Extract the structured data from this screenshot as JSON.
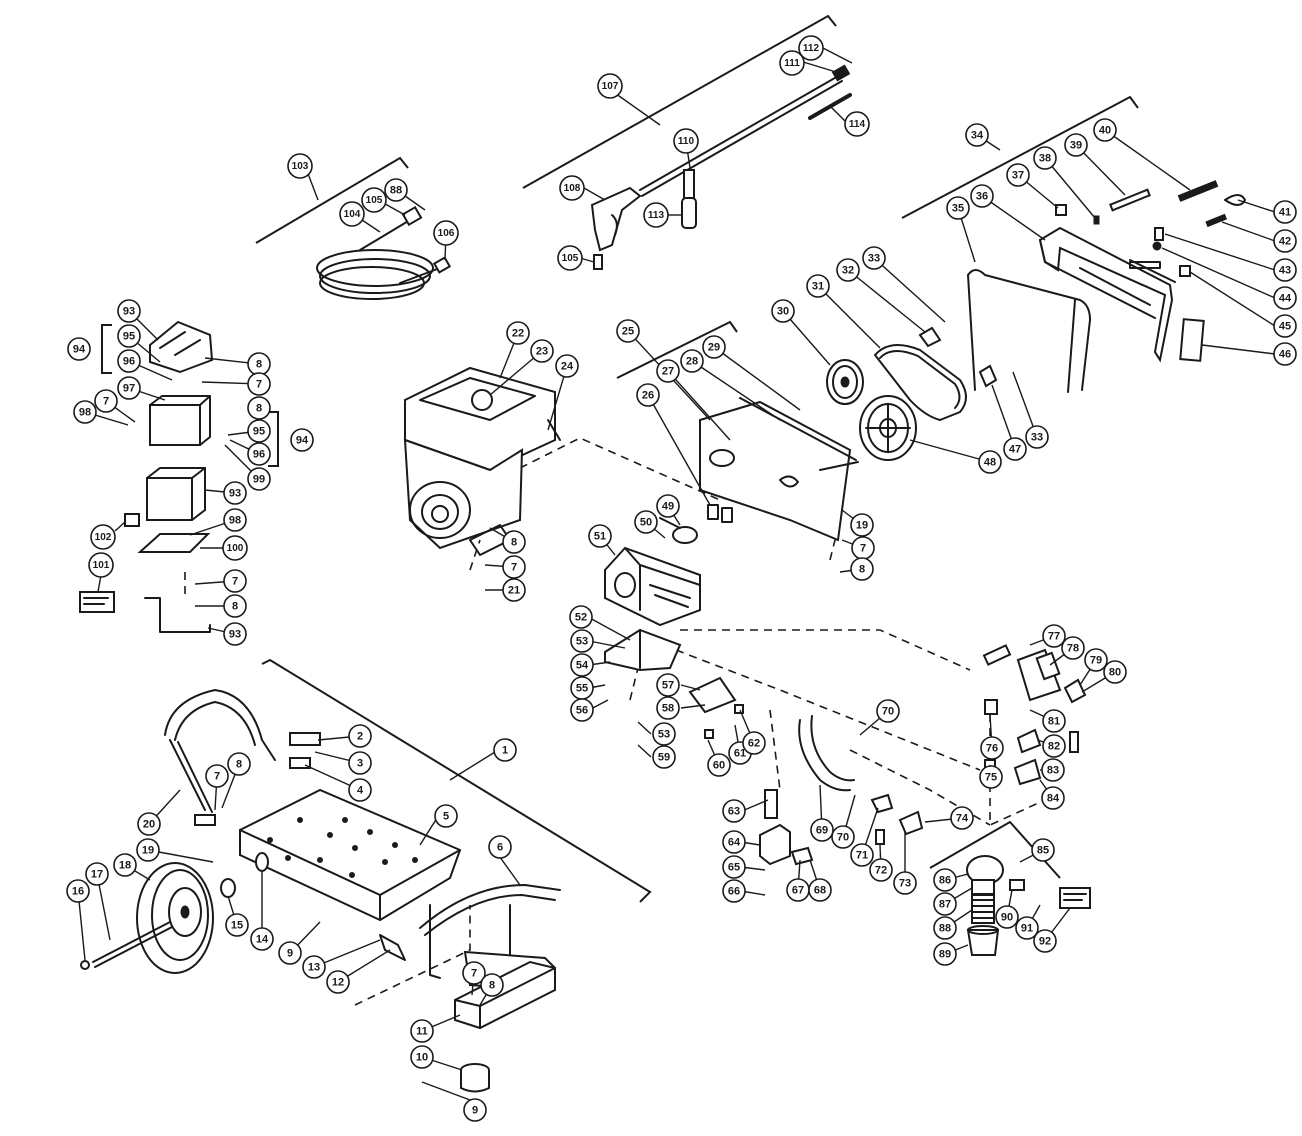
{
  "callouts": [
    {
      "id": "c1",
      "label": "1"
    },
    {
      "id": "c2",
      "label": "2"
    },
    {
      "id": "c3",
      "label": "3"
    },
    {
      "id": "c4",
      "label": "4"
    },
    {
      "id": "c5",
      "label": "5"
    },
    {
      "id": "c6",
      "label": "6"
    },
    {
      "id": "c7a",
      "label": "7"
    },
    {
      "id": "c8a",
      "label": "8"
    },
    {
      "id": "c9a",
      "label": "9"
    },
    {
      "id": "c9b",
      "label": "9"
    },
    {
      "id": "c10",
      "label": "10"
    },
    {
      "id": "c11",
      "label": "11"
    },
    {
      "id": "c12",
      "label": "12"
    },
    {
      "id": "c13",
      "label": "13"
    },
    {
      "id": "c14",
      "label": "14"
    },
    {
      "id": "c15",
      "label": "15"
    },
    {
      "id": "c16",
      "label": "16"
    },
    {
      "id": "c17",
      "label": "17"
    },
    {
      "id": "c18",
      "label": "18"
    },
    {
      "id": "c19a",
      "label": "19"
    },
    {
      "id": "c20",
      "label": "20"
    },
    {
      "id": "c7b",
      "label": "7"
    },
    {
      "id": "c8b",
      "label": "8"
    },
    {
      "id": "c21",
      "label": "21"
    },
    {
      "id": "c22",
      "label": "22"
    },
    {
      "id": "c23",
      "label": "23"
    },
    {
      "id": "c24",
      "label": "24"
    },
    {
      "id": "c8c",
      "label": "8"
    },
    {
      "id": "c7c",
      "label": "7"
    },
    {
      "id": "c25",
      "label": "25"
    },
    {
      "id": "c26",
      "label": "26"
    },
    {
      "id": "c27",
      "label": "27"
    },
    {
      "id": "c28",
      "label": "28"
    },
    {
      "id": "c29",
      "label": "29"
    },
    {
      "id": "c19b",
      "label": "19"
    },
    {
      "id": "c7d",
      "label": "7"
    },
    {
      "id": "c8d",
      "label": "8"
    },
    {
      "id": "c30",
      "label": "30"
    },
    {
      "id": "c31",
      "label": "31"
    },
    {
      "id": "c32",
      "label": "32"
    },
    {
      "id": "c33a",
      "label": "33"
    },
    {
      "id": "c33b",
      "label": "33"
    },
    {
      "id": "c47",
      "label": "47"
    },
    {
      "id": "c48",
      "label": "48"
    },
    {
      "id": "c34",
      "label": "34"
    },
    {
      "id": "c35",
      "label": "35"
    },
    {
      "id": "c36",
      "label": "36"
    },
    {
      "id": "c37",
      "label": "37"
    },
    {
      "id": "c38",
      "label": "38"
    },
    {
      "id": "c39",
      "label": "39"
    },
    {
      "id": "c40",
      "label": "40"
    },
    {
      "id": "c41",
      "label": "41"
    },
    {
      "id": "c42",
      "label": "42"
    },
    {
      "id": "c43",
      "label": "43"
    },
    {
      "id": "c44",
      "label": "44"
    },
    {
      "id": "c45",
      "label": "45"
    },
    {
      "id": "c46",
      "label": "46"
    },
    {
      "id": "c49",
      "label": "49"
    },
    {
      "id": "c50",
      "label": "50"
    },
    {
      "id": "c51",
      "label": "51"
    },
    {
      "id": "c52",
      "label": "52"
    },
    {
      "id": "c53a",
      "label": "53"
    },
    {
      "id": "c54",
      "label": "54"
    },
    {
      "id": "c55",
      "label": "55"
    },
    {
      "id": "c56",
      "label": "56"
    },
    {
      "id": "c57",
      "label": "57"
    },
    {
      "id": "c58",
      "label": "58"
    },
    {
      "id": "c53b",
      "label": "53"
    },
    {
      "id": "c59",
      "label": "59"
    },
    {
      "id": "c60",
      "label": "60"
    },
    {
      "id": "c61",
      "label": "61"
    },
    {
      "id": "c62",
      "label": "62"
    },
    {
      "id": "c63",
      "label": "63"
    },
    {
      "id": "c64",
      "label": "64"
    },
    {
      "id": "c65",
      "label": "65"
    },
    {
      "id": "c66",
      "label": "66"
    },
    {
      "id": "c67",
      "label": "67"
    },
    {
      "id": "c68",
      "label": "68"
    },
    {
      "id": "c69",
      "label": "69"
    },
    {
      "id": "c70a",
      "label": "70"
    },
    {
      "id": "c70b",
      "label": "70"
    },
    {
      "id": "c71",
      "label": "71"
    },
    {
      "id": "c72",
      "label": "72"
    },
    {
      "id": "c73",
      "label": "73"
    },
    {
      "id": "c74",
      "label": "74"
    },
    {
      "id": "c75",
      "label": "75"
    },
    {
      "id": "c76",
      "label": "76"
    },
    {
      "id": "c77",
      "label": "77"
    },
    {
      "id": "c78",
      "label": "78"
    },
    {
      "id": "c79",
      "label": "79"
    },
    {
      "id": "c80",
      "label": "80"
    },
    {
      "id": "c81",
      "label": "81"
    },
    {
      "id": "c82",
      "label": "82"
    },
    {
      "id": "c83",
      "label": "83"
    },
    {
      "id": "c84",
      "label": "84"
    },
    {
      "id": "c85",
      "label": "85"
    },
    {
      "id": "c86",
      "label": "86"
    },
    {
      "id": "c87",
      "label": "87"
    },
    {
      "id": "c88",
      "label": "88"
    },
    {
      "id": "c89",
      "label": "89"
    },
    {
      "id": "c90",
      "label": "90"
    },
    {
      "id": "c91",
      "label": "91"
    },
    {
      "id": "c92",
      "label": "92"
    },
    {
      "id": "c93a",
      "label": "93"
    },
    {
      "id": "c93b",
      "label": "93"
    },
    {
      "id": "c93c",
      "label": "93"
    },
    {
      "id": "c94a",
      "label": "94"
    },
    {
      "id": "c94b",
      "label": "94"
    },
    {
      "id": "c95a",
      "label": "95"
    },
    {
      "id": "c95b",
      "label": "95"
    },
    {
      "id": "c96a",
      "label": "96"
    },
    {
      "id": "c96b",
      "label": "96"
    },
    {
      "id": "c97",
      "label": "97"
    },
    {
      "id": "c98a",
      "label": "98"
    },
    {
      "id": "c98b",
      "label": "98"
    },
    {
      "id": "c99",
      "label": "99"
    },
    {
      "id": "c100",
      "label": "100"
    },
    {
      "id": "c101",
      "label": "101"
    },
    {
      "id": "c102",
      "label": "102"
    },
    {
      "id": "c7e",
      "label": "7"
    },
    {
      "id": "c8e",
      "label": "8"
    },
    {
      "id": "c7f",
      "label": "7"
    },
    {
      "id": "c8f",
      "label": "8"
    },
    {
      "id": "c7g",
      "label": "7"
    },
    {
      "id": "c8g",
      "label": "8"
    },
    {
      "id": "c103",
      "label": "103"
    },
    {
      "id": "c104",
      "label": "104"
    },
    {
      "id": "c105a",
      "label": "105"
    },
    {
      "id": "c106",
      "label": "106"
    },
    {
      "id": "c88b",
      "label": "88"
    },
    {
      "id": "c107",
      "label": "107"
    },
    {
      "id": "c108",
      "label": "108"
    },
    {
      "id": "c105b",
      "label": "105"
    },
    {
      "id": "c110",
      "label": "110"
    },
    {
      "id": "c111",
      "label": "111"
    },
    {
      "id": "c112",
      "label": "112"
    },
    {
      "id": "c113",
      "label": "113"
    },
    {
      "id": "c114",
      "label": "114"
    }
  ]
}
